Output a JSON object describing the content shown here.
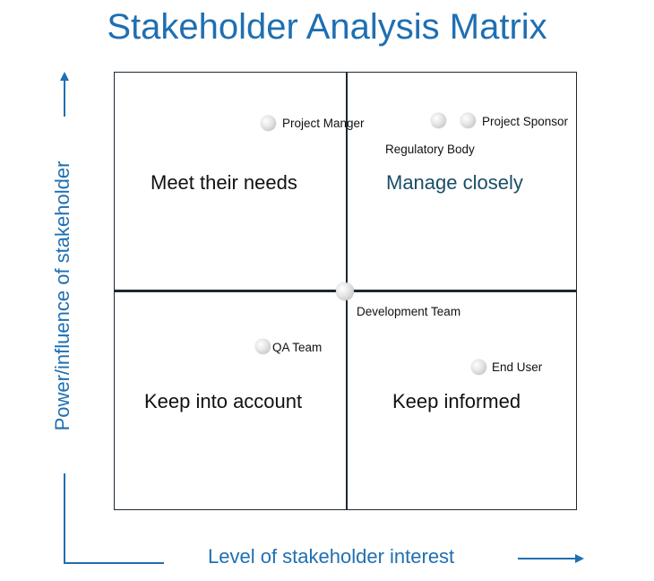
{
  "title": "Stakeholder Analysis Matrix",
  "axes": {
    "y_label": "Power/influence of stakeholder",
    "x_label": "Level of stakeholder interest"
  },
  "quadrants": {
    "top_left": "Meet their needs",
    "top_right": "Manage closely",
    "bottom_left": "Keep into account",
    "bottom_right": "Keep informed"
  },
  "stakeholders": [
    {
      "label": "Project Manger"
    },
    {
      "label": "Project Sponsor"
    },
    {
      "label": "Regulatory Body"
    },
    {
      "label": "Development Team"
    },
    {
      "label": "QA Team"
    },
    {
      "label": "End User"
    }
  ],
  "colors": {
    "accent": "#1f6fb2",
    "grid": "#1c2833",
    "quadrant_accent": "#1a4e66"
  }
}
